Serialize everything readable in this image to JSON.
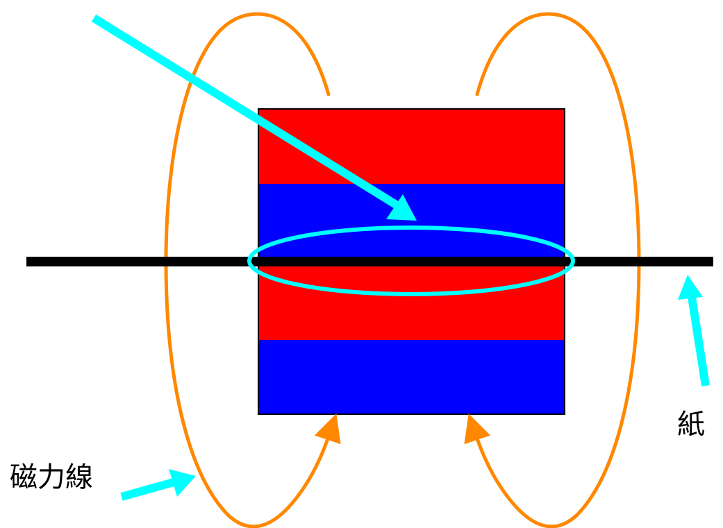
{
  "labels": {
    "field_lines": "磁力線",
    "paper": "紙"
  },
  "colors": {
    "background": "#ffffff",
    "red_stripe": "#ff0000",
    "blue_stripe": "#0000ff",
    "field_line": "#ff8800",
    "pointer_arrow": "#00ffff",
    "paper_line": "#000000",
    "outline": "#000000"
  },
  "magnet_stripes": [
    "red",
    "blue",
    "red",
    "blue"
  ]
}
